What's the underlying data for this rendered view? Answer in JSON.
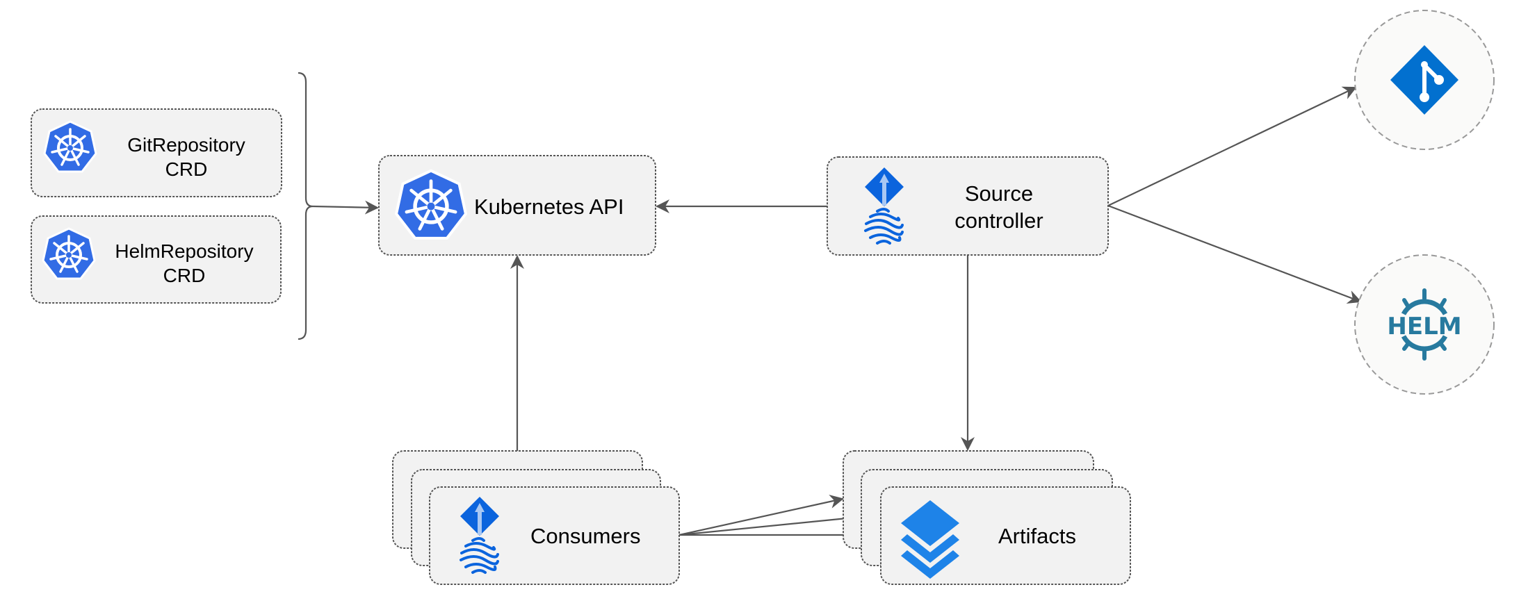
{
  "nodes": {
    "git_repository": {
      "line1": "GitRepository",
      "line2": "CRD",
      "icon": "kubernetes-icon"
    },
    "helm_repository": {
      "line1": "HelmRepository",
      "line2": "CRD",
      "icon": "kubernetes-icon"
    },
    "kubernetes_api": {
      "label": "Kubernetes API",
      "icon": "kubernetes-icon"
    },
    "source_controller": {
      "line1": "Source",
      "line2": "controller",
      "icon": "flux-icon"
    },
    "consumers": {
      "label": "Consumers",
      "icon": "flux-icon"
    },
    "artifacts": {
      "label": "Artifacts",
      "icon": "layers-icon"
    },
    "git": {
      "icon": "git-icon"
    },
    "helm": {
      "icon": "helm-icon",
      "logo_text": "HELM"
    }
  },
  "colors": {
    "kubernetes_blue": "#326ce5",
    "flux_blue": "#0b64dd",
    "git_blue": "#0270cf",
    "helm_teal": "#277a9f",
    "layers_blue": "#1e83e8",
    "box_fill": "#f2f2f2",
    "edge": "#555555"
  }
}
